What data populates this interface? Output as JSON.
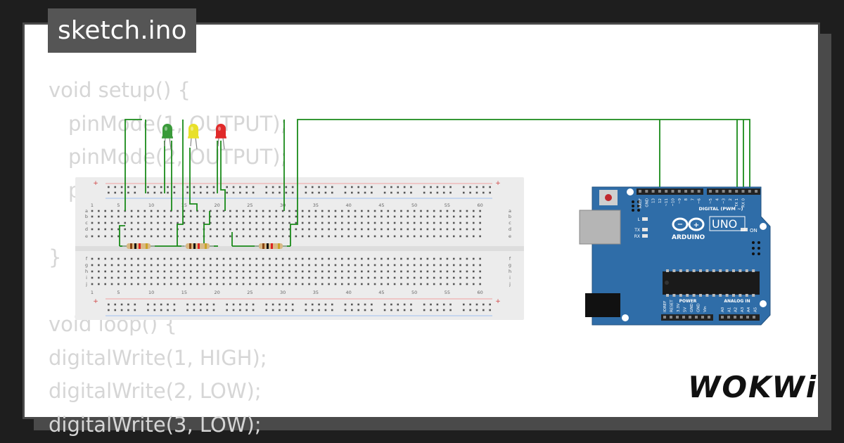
{
  "title": "sketch.ino",
  "code_lines": [
    {
      "text": "void setup() {",
      "indent": false
    },
    {
      "text": "pinMode(1, OUTPUT);",
      "indent": true
    },
    {
      "text": "pinMode(2, OUTPUT);",
      "indent": true
    },
    {
      "text": "p",
      "indent": true
    },
    {
      "text": "",
      "indent": false
    },
    {
      "text": "}",
      "indent": false
    },
    {
      "text": "",
      "indent": false
    },
    {
      "text": "void loop() {",
      "indent": false
    },
    {
      "text": "digitalWrite(1, HIGH);",
      "indent": false
    },
    {
      "text": "digitalWrite(2, LOW);",
      "indent": false
    },
    {
      "text": "digitalWrite(3, LOW);",
      "indent": false
    }
  ],
  "breadboard": {
    "column_numbers": [
      "1",
      "5",
      "10",
      "15",
      "20",
      "25",
      "30",
      "35",
      "40",
      "45",
      "50",
      "55",
      "60"
    ],
    "row_letters_top": [
      "a",
      "b",
      "c",
      "d",
      "e"
    ],
    "row_letters_bottom": [
      "f",
      "g",
      "h",
      "i",
      "j"
    ]
  },
  "leds": [
    {
      "name": "green",
      "color": "#3a9a3a"
    },
    {
      "name": "yellow",
      "color": "#e8e02a"
    },
    {
      "name": "red",
      "color": "#e02a2a"
    }
  ],
  "arduino": {
    "model": "UNO",
    "brand": "ARDUINO",
    "digital_label": "DIGITAL (PWM ~)",
    "power_label": "POWER",
    "analog_label": "ANALOG IN",
    "led_labels": [
      "L",
      "TX",
      "RX"
    ],
    "on_label": "ON",
    "top_pin_labels": [
      "AREF",
      "GND",
      "13",
      "12",
      "~11",
      "~10",
      "~9",
      "8",
      "7",
      "~6",
      "~5",
      "4",
      "~3",
      "2",
      "TX 1",
      "RX 0"
    ],
    "bottom_pin_labels": [
      "IOREF",
      "RESET",
      "3.3V",
      "5V",
      "GND",
      "GND",
      "Vin",
      "A0",
      "A1",
      "A2",
      "A3",
      "A4",
      "A5"
    ],
    "board_color": "#2f6da8"
  },
  "wire_color": "#1a8a1a",
  "logo": "WOKWi"
}
